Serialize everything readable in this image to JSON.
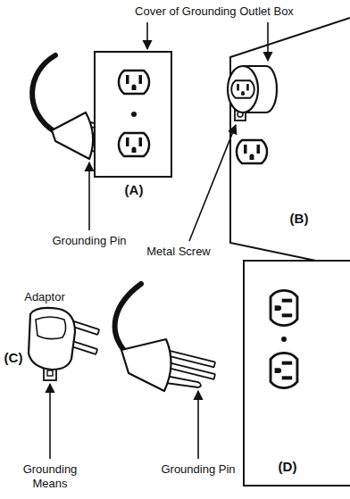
{
  "diagram": {
    "labels": [
      "Cover of Grounding Outlet Box",
      "Grounding Pin",
      "(A)",
      "Metal Screw",
      "(B)",
      "Adaptor",
      "(C)",
      "Grounding Means",
      "Grounding Pin",
      "(D)"
    ]
  }
}
